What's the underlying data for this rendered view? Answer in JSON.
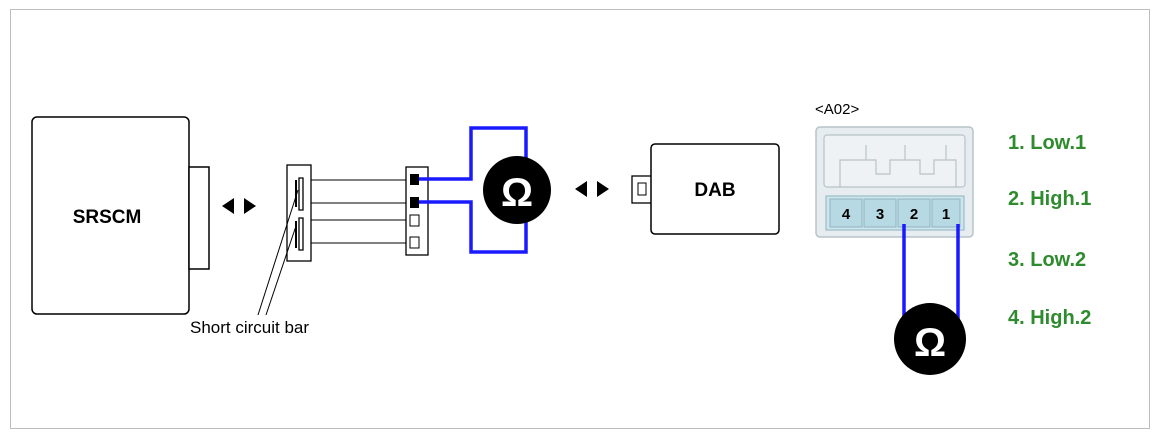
{
  "diagram": {
    "module_label": "SRSCM",
    "airbag_label": "DAB",
    "short_bar_label": "Short circuit bar",
    "connector_label": "<A02>",
    "ohm_symbol": "Ω",
    "pin_numbers": [
      "4",
      "3",
      "2",
      "1"
    ],
    "pin_legend": [
      "1. Low.1",
      "2. High.1",
      "3. Low.2",
      "4. High.2"
    ],
    "colors": {
      "wire_blue": "#1a1aff",
      "legend_green": "#2e8b2e",
      "pin_fill": "#b7d9e3",
      "connector_body": "#e6ecef",
      "meter_fill": "#000000"
    }
  }
}
